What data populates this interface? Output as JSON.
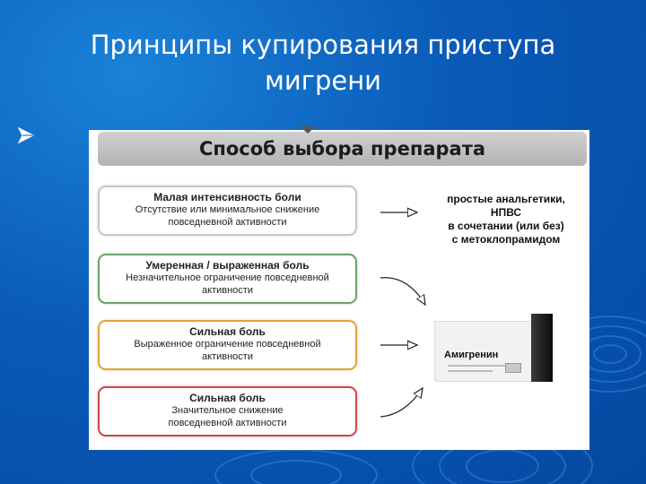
{
  "slide": {
    "title_line1": "Принципы купирования приступа",
    "title_line2": "мигрени"
  },
  "figure": {
    "header": "Способ выбора препарата",
    "boxes": [
      {
        "title": "Малая интенсивность боли",
        "line1": "Отсутствие или минимальное снижение",
        "line2": "повседневной активности",
        "border_color": "#c7c7c7"
      },
      {
        "title": "Умеренная / выраженная боль",
        "line1": "Незначительное ограничение повседневной",
        "line2": "активности",
        "border_color": "#6aa46a"
      },
      {
        "title": "Сильная боль",
        "line1": "Выраженное ограничение повседневной",
        "line2": "активности",
        "border_color": "#e3a23c"
      },
      {
        "title": "Сильная боль",
        "line1": "Значительное снижение",
        "line2": "повседневной активности",
        "border_color": "#c84b4b"
      }
    ],
    "recommendation": {
      "line1": "простые анальгетики,",
      "line2": "НПВС",
      "line3": "в сочетании (или без)",
      "line4": "с метоклопрамидом"
    },
    "product_name": "Амигренин"
  },
  "colors": {
    "background": "#0a5ab8",
    "panel": "#ffffff",
    "header_bar": "#c0c0c0"
  },
  "icons": {
    "bullet": "arrowhead-bullet-icon",
    "arrow": "arrow-right-icon"
  }
}
